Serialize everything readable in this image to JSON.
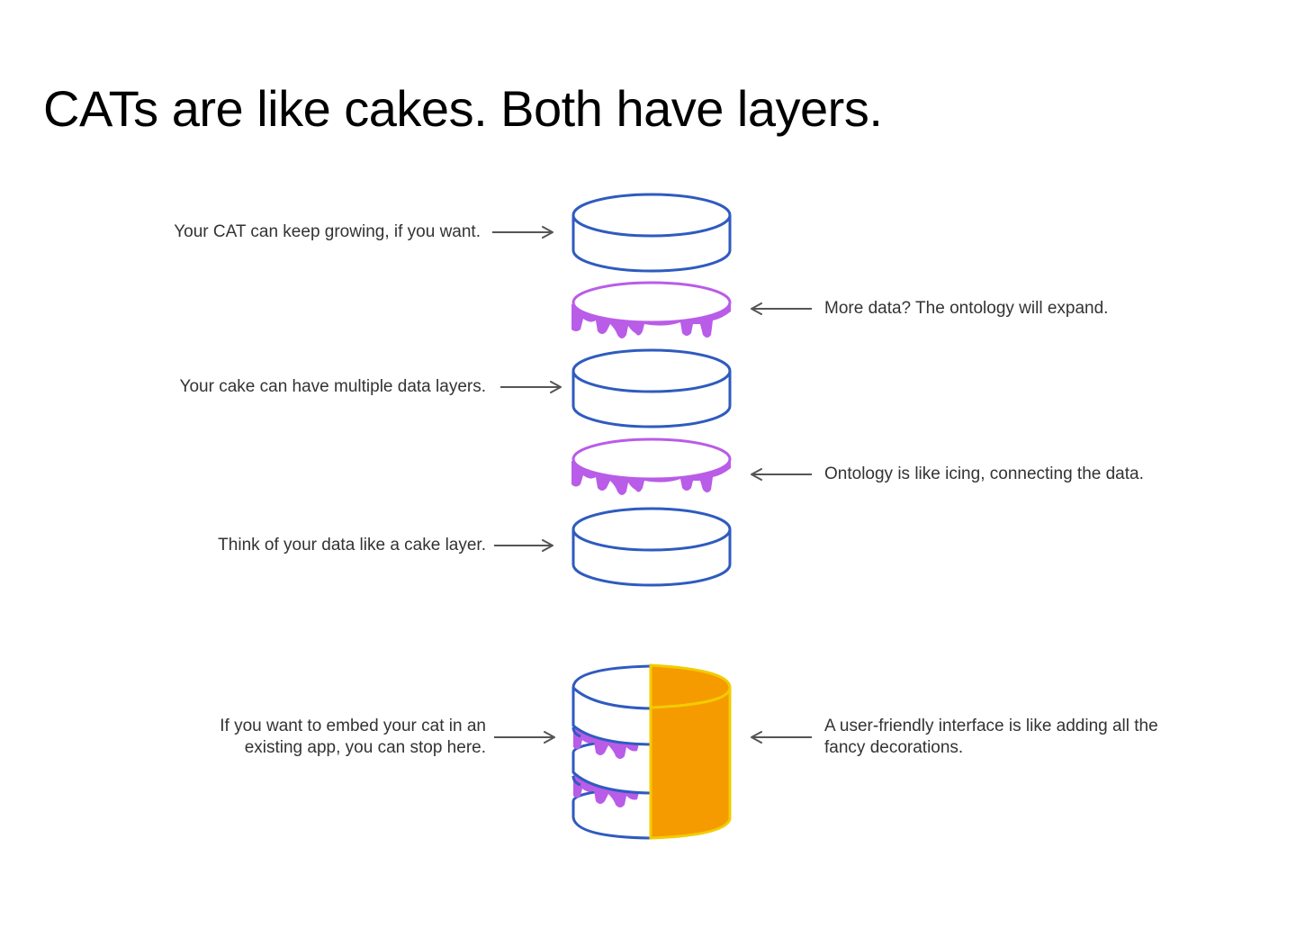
{
  "title": "CATs are like cakes. Both have layers.",
  "colors": {
    "cake_stroke": "#2f5bbf",
    "icing_fill": "#b95ce8",
    "icing_stroke": "#b95ce8",
    "decoration_fill": "#f59b00",
    "decoration_stroke": "#f2cc00",
    "arrow": "#555555"
  },
  "annotations": {
    "cat_growing": "Your CAT can keep growing, if you want.",
    "more_data": "More data? The ontology will expand.",
    "multiple_layers": "Your cake can have multiple data layers.",
    "ontology_icing": "Ontology is like icing, connecting the data.",
    "data_cake_layer": "Think of your data like a cake layer.",
    "embed_line1": "If you want to embed your cat in an",
    "embed_line2": "existing app, you can stop here.",
    "interface_line1": "A user-friendly interface is like adding all the",
    "interface_line2": "fancy decorations."
  }
}
